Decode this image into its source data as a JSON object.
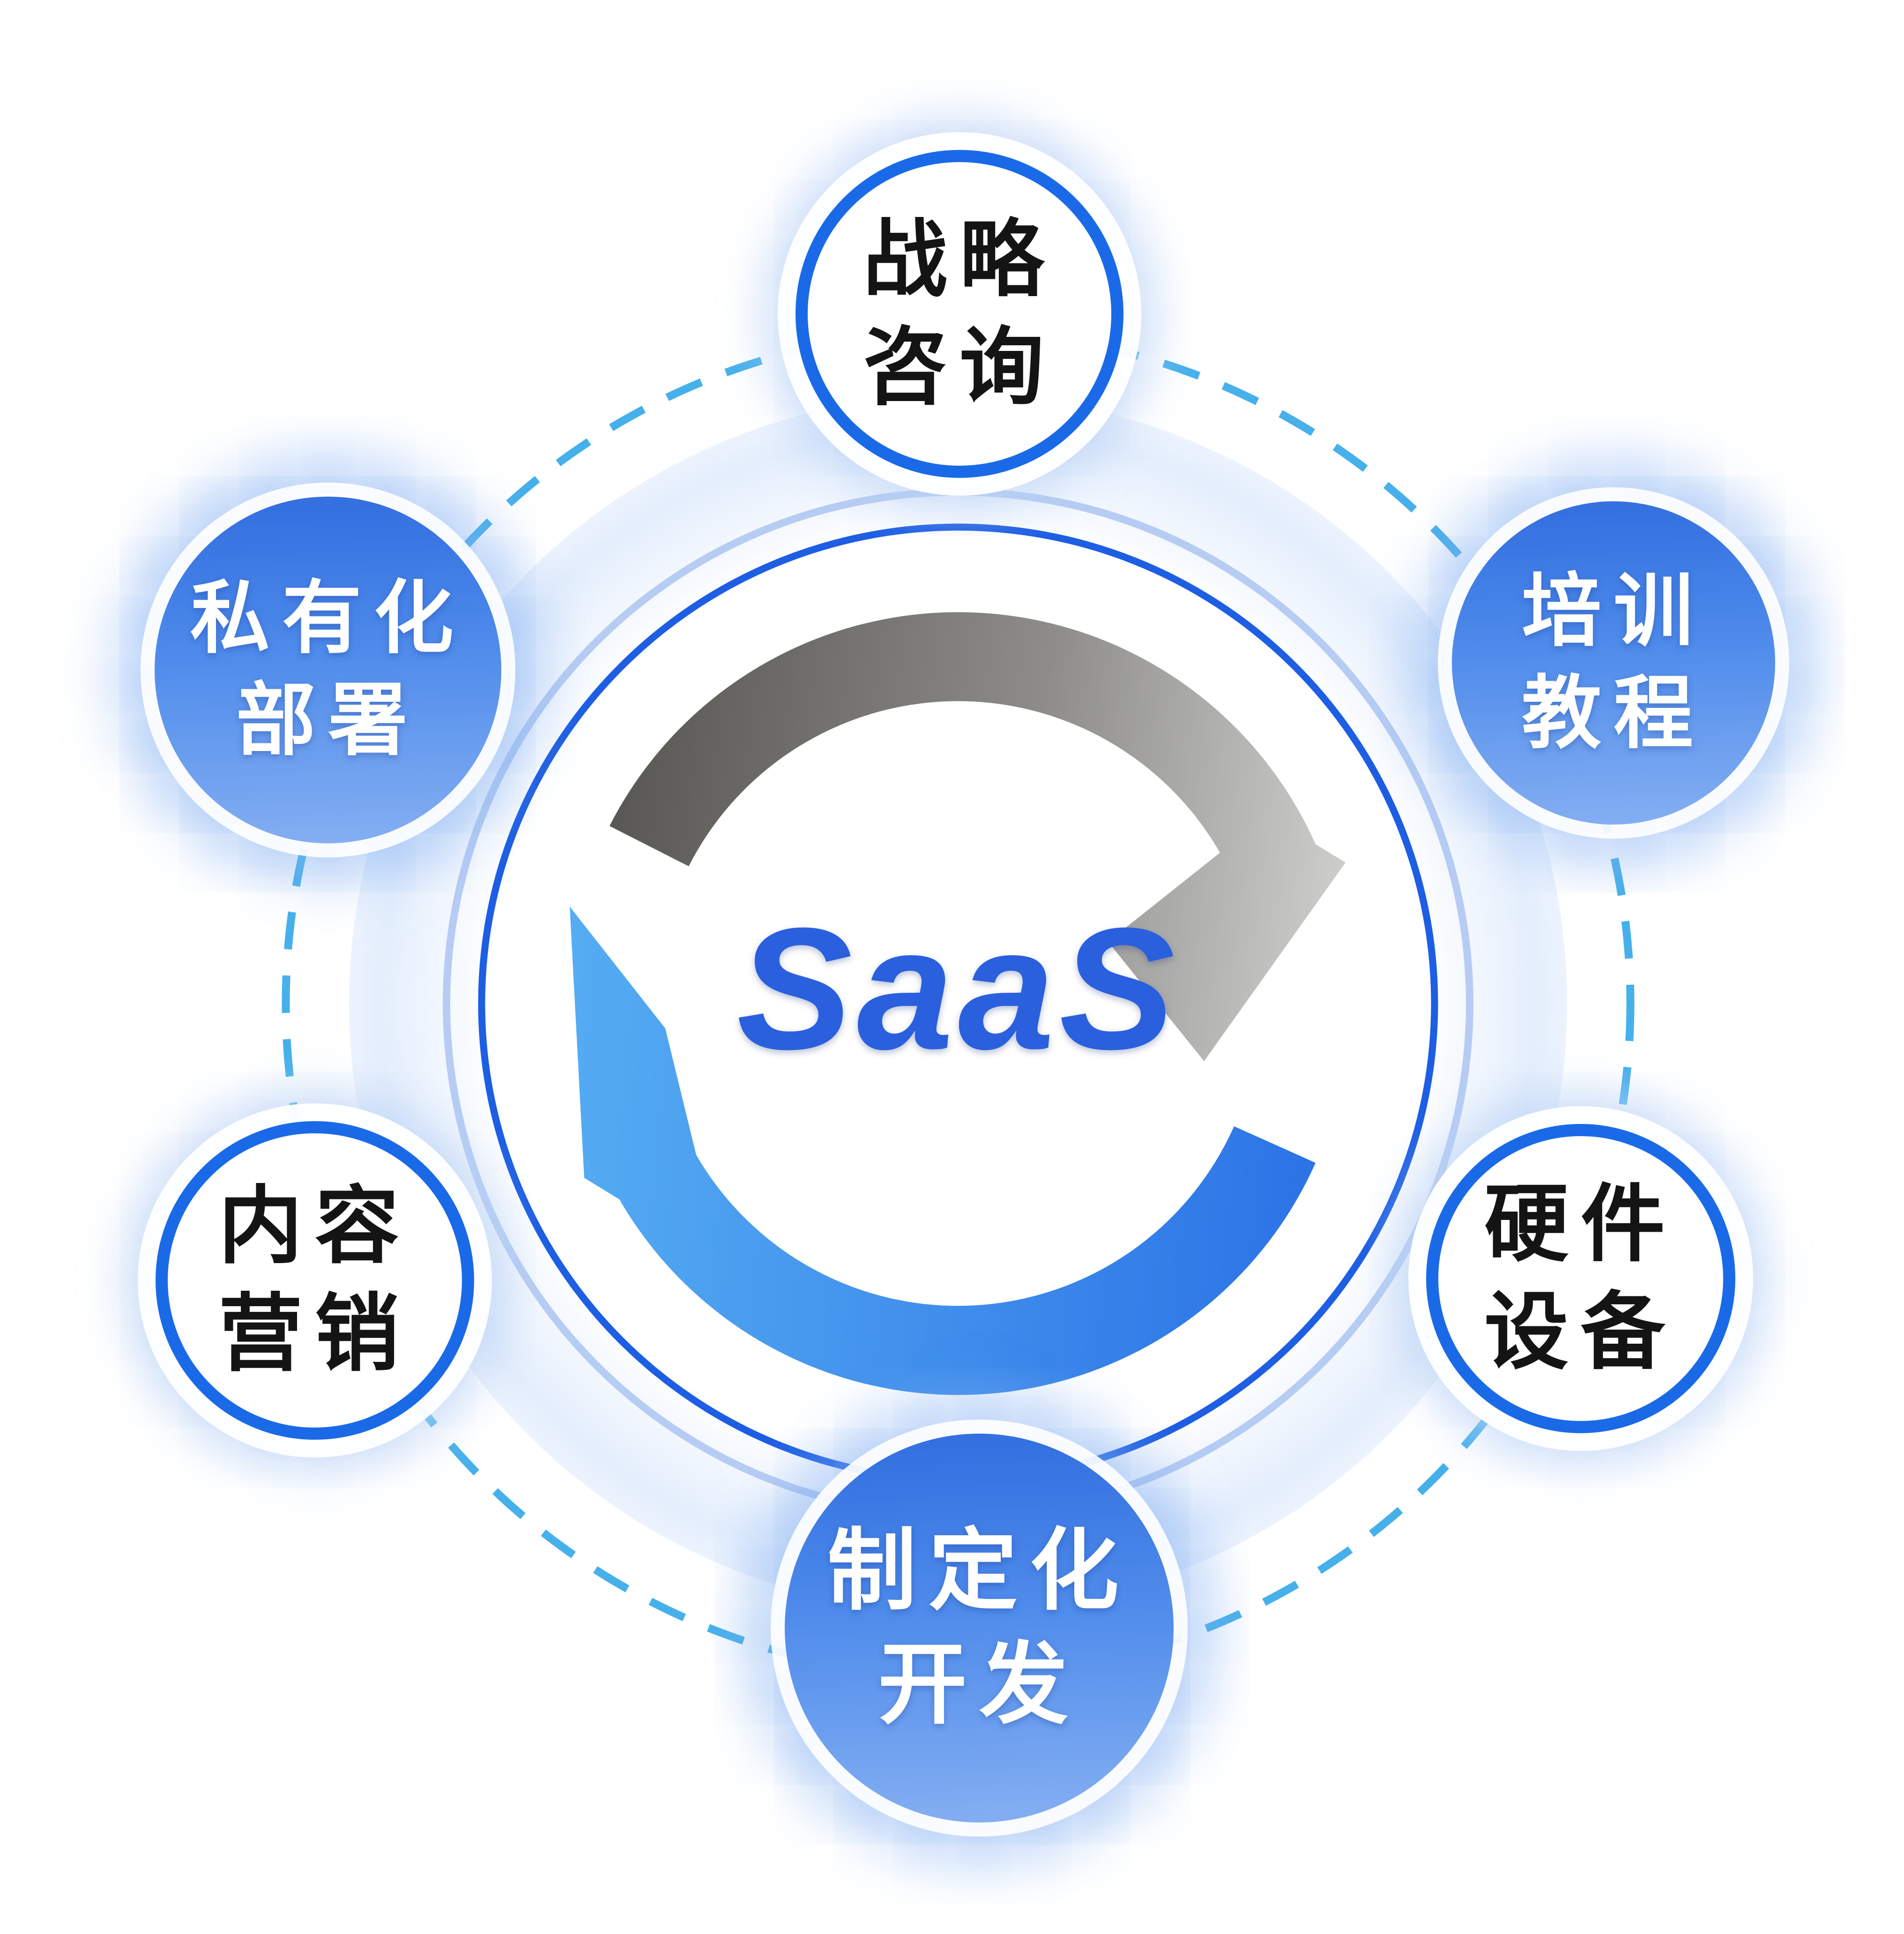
{
  "diagram": {
    "title_hint": "SaaS service ecosystem diagram",
    "center": {
      "label": "SaaS",
      "icon": "sync-cycle-arrows-icon"
    },
    "satellites": [
      {
        "id": "strategy-consulting",
        "style": "outline",
        "lines": [
          "战略",
          "咨询"
        ]
      },
      {
        "id": "training-tutorials",
        "style": "filled",
        "lines": [
          "培训",
          "教程"
        ]
      },
      {
        "id": "hardware-equipment",
        "style": "outline",
        "lines": [
          "硬件",
          "设备"
        ]
      },
      {
        "id": "custom-development",
        "style": "filled",
        "lines": [
          "制定化",
          "开发"
        ]
      },
      {
        "id": "content-marketing",
        "style": "outline",
        "lines": [
          "内容",
          "营销"
        ]
      },
      {
        "id": "private-deployment",
        "style": "filled",
        "lines": [
          "私有化",
          "部署"
        ]
      }
    ],
    "colors": {
      "saas_text": "#2a60dd",
      "ring_strong": "#1d5ee3",
      "ring_light": "#aac4f1",
      "dashed_ring": "#3cacea",
      "satellite_border": "#1a6ae8",
      "blue_fill_top": "#3470e0",
      "blue_fill_bottom": "#85aff2",
      "gray_arc_start": "#595855",
      "gray_arc_end": "#d2d2d0",
      "blue_arc_start": "#55acf2",
      "blue_arc_end": "#2b72e6",
      "label_dark": "#141414",
      "label_light": "#ffffff"
    }
  }
}
